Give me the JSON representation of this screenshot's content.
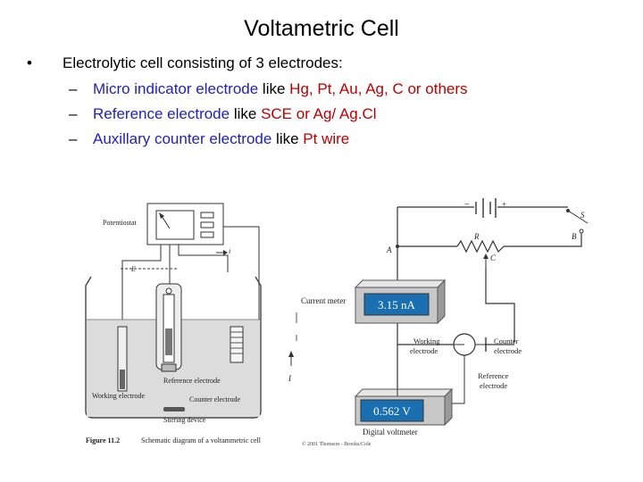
{
  "slide": {
    "title": "Voltametric Cell",
    "bullet_marker": "•",
    "bullet": "Electrolytic cell consisting of 3 electrodes:",
    "dash": "–",
    "sub_items": [
      {
        "term": "Micro indicator electrode",
        "like": " like ",
        "examples": "Hg, Pt, Au, Ag, C  or others"
      },
      {
        "term": "Reference electrode",
        "like": " like ",
        "examples": "SCE or Ag/ Ag.Cl"
      },
      {
        "term": "Auxillary counter electrode",
        "like": " like ",
        "examples": "Pt wire"
      }
    ]
  },
  "left_figure": {
    "potentiostat": "Potentiostat",
    "label_i": "i",
    "label_E": "E",
    "reference_electrode": "Reference electrode",
    "working_electrode": "Working electrode",
    "counter_electrode": "Counter electrode",
    "stirring_device": "Stirring device",
    "caption_number": "Figure 11.2",
    "caption_text": "Schematic diagram of a voltammetric cell"
  },
  "right_figure": {
    "label_minus": "−",
    "label_plus": "+",
    "label_S": "S",
    "label_B": "B",
    "label_A": "A",
    "label_R": "R",
    "label_C": "C",
    "current_meter_label": "Current meter",
    "current_reading": "3.15 nA",
    "working_electrode": [
      "Working",
      "electrode"
    ],
    "counter_electrode": [
      "Counter",
      "electrode"
    ],
    "reference_electrode": [
      "Reference",
      "electrode"
    ],
    "label_I": "I",
    "voltmeter_reading": "0.562 V",
    "voltmeter_label": "Digital voltmeter",
    "copyright": "© 2001 Thomson - Brooks/Cole"
  },
  "colors": {
    "term": "#1f1fbf",
    "example": "#c00000",
    "lcd": "#1a6fb0",
    "meter_body": "#c8c8c8"
  }
}
